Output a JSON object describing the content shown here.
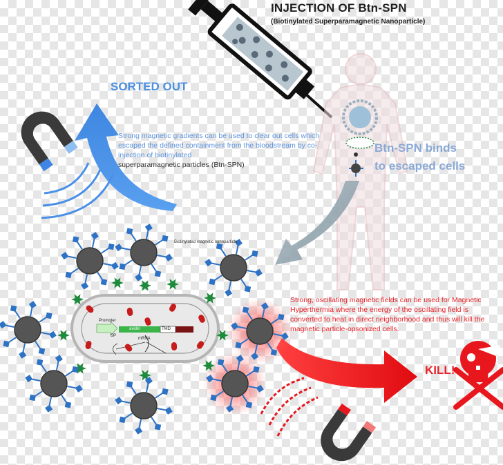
{
  "header": {
    "title": "INJECTION OF Btn-SPN",
    "subtitle": "(Biotinylated Superparamagnetic Nanoparticle)"
  },
  "left": {
    "sorted_label": "SORTED OUT",
    "note_part1": "Strong magnetic gradients can be used to clear out cells which escaped the defined containment from the bloodstream by co-injection of biotinylated",
    "note_part2": "superparamagnetic particles (Btn-SPN)"
  },
  "right": {
    "binds_line1": "Btn-SPN binds",
    "binds_line2": "to escaped cells"
  },
  "cell": {
    "nanoparticle_label": "Biotinylated magnetic nanoparticle",
    "promoter_label": "Promoter",
    "gene_label": "avidin",
    "tmd_label": "TMD",
    "mrna_label": "mRNA",
    "small_label": "SP"
  },
  "hyperthermia": {
    "note": "Strong, oscillating magnetic fields can be used for Magnetic Hyperthermia where the energy of the oscillating field is converted to heat in direct neighborhood and thus will kill the magnetic particle-opsonized cells.",
    "kill_label": "KILL!"
  },
  "colors": {
    "blue_arrow": "#4a90e8",
    "grey_arrow": "#8fa3ad",
    "red_arrow": "#e8171d",
    "particle": "#555555",
    "spike": "#2d72c4",
    "star": "#1e8a3c",
    "capsule": "#c71c1c"
  },
  "icons": [
    "syringe-icon",
    "human-body-icon",
    "magnet-icon",
    "skull-crossbones-icon"
  ]
}
